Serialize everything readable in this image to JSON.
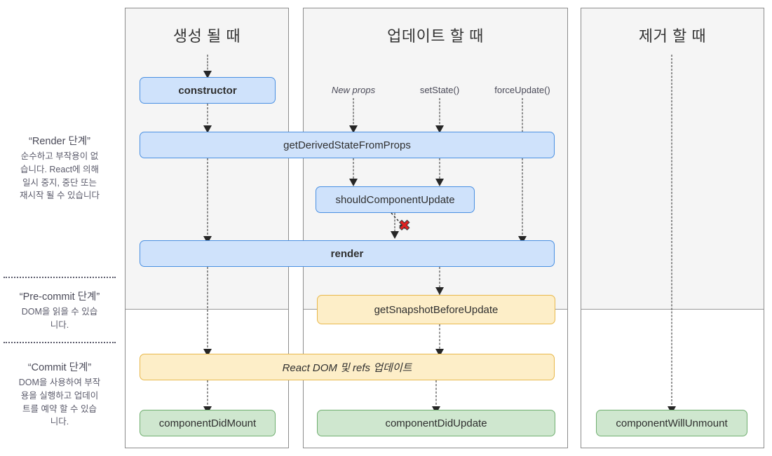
{
  "legend": [
    {
      "id": "render-phase",
      "title": "“Render 단계”",
      "lines": [
        "순수하고 부작용이 없",
        "습니다. React에 의해",
        "일시 중지, 중단 또는",
        "재시작 될 수 있습니다"
      ]
    },
    {
      "id": "pre-commit-phase",
      "title": "“Pre-commit 단계”",
      "lines": [
        "DOM을 읽을 수 있습",
        "니다."
      ]
    },
    {
      "id": "commit-phase",
      "title": "“Commit 단계”",
      "lines": [
        "DOM을 사용하여 부작",
        "용을 실행하고 업데이",
        "트를 예약 할 수 있습",
        "니다."
      ]
    }
  ],
  "columns": [
    {
      "id": "mounting",
      "title": "생성 될 때"
    },
    {
      "id": "updating",
      "title": "업데이트 할 때"
    },
    {
      "id": "unmounting",
      "title": "제거 할 때"
    }
  ],
  "triggers": [
    {
      "id": "new-props",
      "label": "New props"
    },
    {
      "id": "set-state",
      "label": "setState()"
    },
    {
      "id": "force-update",
      "label": "forceUpdate()"
    }
  ],
  "nodes": {
    "constructor": "constructor",
    "get_derived_state_from_props": "getDerivedStateFromProps",
    "should_component_update": "shouldComponentUpdate",
    "render": "render",
    "get_snapshot_before_update": "getSnapshotBeforeUpdate",
    "react_dom_refs_update": "React DOM 및 refs 업데이트",
    "component_did_mount": "componentDidMount",
    "component_did_update": "componentDidUpdate",
    "component_will_unmount": "componentWillUnmount"
  },
  "markers": {
    "skip_x": "✖"
  },
  "colors": {
    "blue_fill": "#cfe2fb",
    "blue_border": "#4a90e2",
    "yellow_fill": "#fdeec8",
    "yellow_border": "#e8b84b",
    "green_fill": "#cfe7cf",
    "green_border": "#6fae6f",
    "panel_border": "#8c8c8c",
    "panel_shade": "#f5f5f5",
    "connector": "#262626",
    "skip_red": "#e02020"
  }
}
